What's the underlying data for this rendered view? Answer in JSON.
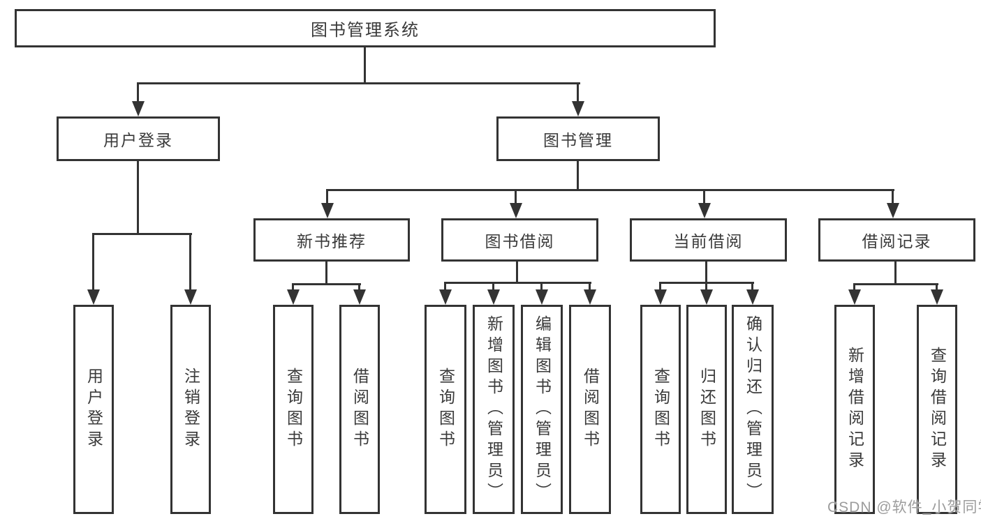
{
  "title": "图书管理系统",
  "watermark": "CSDN @软件_小贺同学",
  "colors": {
    "line": "#333333",
    "text": "#3a3a3a",
    "box_background": "#ffffff",
    "watermark": "#9c9c9c"
  },
  "nodes": {
    "root": {
      "label": "图书管理系统"
    },
    "level2": [
      {
        "label": "用户登录"
      },
      {
        "label": "图书管理"
      }
    ],
    "level3": [
      {
        "label": "新书推荐",
        "parent": "图书管理"
      },
      {
        "label": "图书借阅",
        "parent": "图书管理"
      },
      {
        "label": "当前借阅",
        "parent": "图书管理"
      },
      {
        "label": "借阅记录",
        "parent": "图书管理"
      }
    ],
    "leaves": [
      {
        "label": "用户登录",
        "parent": "用户登录"
      },
      {
        "label": "注销登录",
        "parent": "用户登录"
      },
      {
        "label": "查询图书",
        "parent": "新书推荐"
      },
      {
        "label": "借阅图书",
        "parent": "新书推荐"
      },
      {
        "label": "查询图书",
        "parent": "图书借阅"
      },
      {
        "label": "新增图书（管理员）",
        "parent": "图书借阅"
      },
      {
        "label": "编辑图书（管理员）",
        "parent": "图书借阅"
      },
      {
        "label": "借阅图书",
        "parent": "图书借阅"
      },
      {
        "label": "查询图书",
        "parent": "当前借阅"
      },
      {
        "label": "归还图书",
        "parent": "当前借阅"
      },
      {
        "label": "确认归还（管理员）",
        "parent": "当前借阅"
      },
      {
        "label": "新增借阅记录",
        "parent": "借阅记录"
      },
      {
        "label": "查询借阅记录",
        "parent": "借阅记录"
      }
    ]
  }
}
